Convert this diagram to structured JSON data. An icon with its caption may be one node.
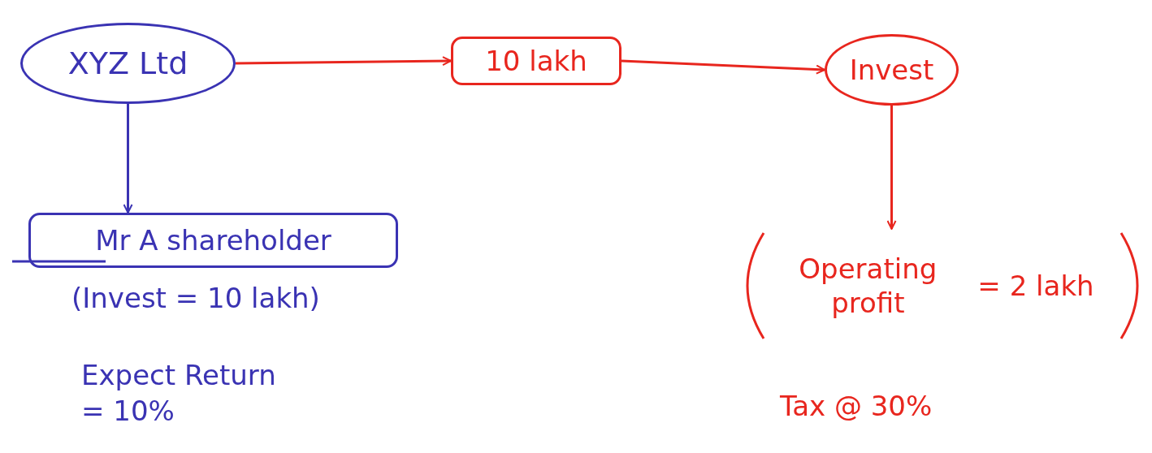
{
  "diagram": {
    "nodes": [
      {
        "text": [
          "XYZ Ltd"
        ]
      },
      {
        "text": [
          "10 lakh"
        ]
      },
      {
        "text": [
          "Invest"
        ]
      },
      {
        "text": [
          "Mr A shareholder"
        ]
      },
      {
        "text": [
          "Operating profit",
          "= 2 lakh"
        ]
      }
    ],
    "edges": [
      {
        "from": 0,
        "to": 1,
        "arrow": "to"
      },
      {
        "from": 1,
        "to": 2,
        "arrow": "to"
      },
      {
        "from": 0,
        "to": 3,
        "arrow": "to",
        "color": "#3a33b3"
      },
      {
        "from": 2,
        "to": 4,
        "arrow": "to"
      }
    ],
    "labels": [
      "(Invest = 10 lakh)",
      "Expect Return = 10%",
      "Tax @ 30%"
    ]
  }
}
